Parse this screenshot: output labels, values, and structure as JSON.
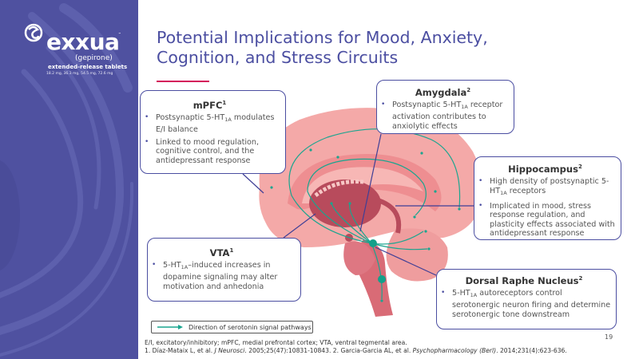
{
  "brand": {
    "name": "exxua",
    "trademark": "™",
    "generic": "(gepirone)",
    "formulation": "extended-release tablets",
    "doses": "18.2 mg, 36.3 mg, 54.5 mg, 72.6 mg",
    "panel_color": "#4f51a0"
  },
  "slide": {
    "title_line1": "Potential Implications for Mood, Anxiety,",
    "title_line2": "Cognition, and Stress Circuits",
    "accent_color": "#d4145a",
    "title_color": "#4b4ea1",
    "page_number": "19"
  },
  "callouts": {
    "mpfc": {
      "title": "mPFC",
      "ref": "1",
      "bullets": [
        {
          "pre": "Postsynaptic 5-HT",
          "sub": "1A",
          "post": " modulates E/I balance"
        },
        {
          "pre": "Linked to mood regulation, cognitive control, and the antidepressant response",
          "sub": "",
          "post": ""
        }
      ]
    },
    "amygdala": {
      "title": "Amygdala",
      "ref": "2",
      "bullets": [
        {
          "pre": "Postsynaptic 5-HT",
          "sub": "1A",
          "post": " receptor activation contributes to anxiolytic effects"
        }
      ]
    },
    "hippocampus": {
      "title": "Hippocampus",
      "ref": "2",
      "bullets": [
        {
          "pre": "High density of postsynaptic 5-HT",
          "sub": "1A",
          "post": " receptors"
        },
        {
          "pre": "Implicated in mood, stress response regulation, and plasticity effects associated with antidepressant response",
          "sub": "",
          "post": ""
        }
      ]
    },
    "vta": {
      "title": "VTA",
      "ref": "1",
      "bullets": [
        {
          "pre": "5-HT",
          "sub": "1A",
          "post": "–induced increases in dopamine signaling may alter motivation and anhedonia"
        }
      ]
    },
    "drn": {
      "title": "Dorsal Raphe Nucleus",
      "ref": "2",
      "bullets": [
        {
          "pre": "5-HT",
          "sub": "1A",
          "post": " autoreceptors control serotonergic neuron firing and determine serotonergic tone downstream"
        }
      ]
    }
  },
  "legend": {
    "label": "Direction of serotonin signal pathways",
    "arrow_color": "#1aa58f",
    "arrow_icon": "arrow-right-icon"
  },
  "footnotes": {
    "abbreviations": "E/I, excitatory/inhibitory; mPFC, medial prefrontal cortex; VTA, ventral tegmental area.",
    "ref1_pre": "1. Díaz-Mataix L, et al. ",
    "ref1_journal": "J Neurosci",
    "ref1_post": ". 2005;25(47):10831-10843. 2. Garcia-Garcia AL, et al. ",
    "ref2_journal": "Psychopharmacology (Berl)",
    "ref2_post": ". 2014;231(4):623-636."
  }
}
